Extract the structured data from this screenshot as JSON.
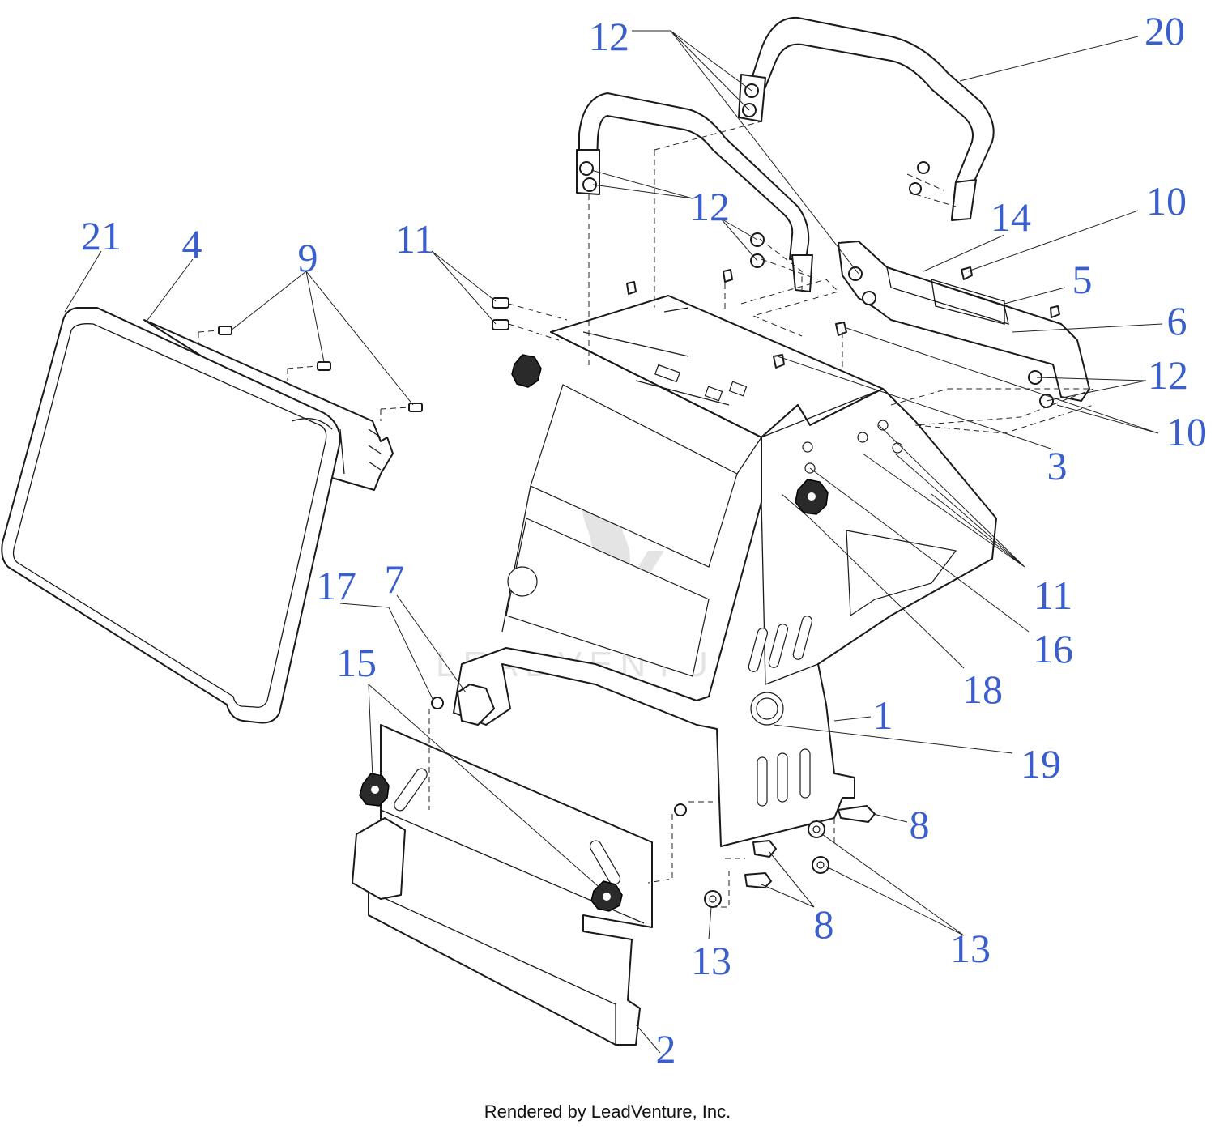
{
  "colors": {
    "callout": "#3a5fcd",
    "line": "#1a1a1a",
    "watermark": "#e4e4e4"
  },
  "watermark": {
    "logo_icon": "leadventure-flame-logo",
    "text": "LEADVENTURE"
  },
  "callouts": [
    {
      "id": "c-12a",
      "label": "12"
    },
    {
      "id": "c-20",
      "label": "20"
    },
    {
      "id": "c-12b",
      "label": "12"
    },
    {
      "id": "c-14",
      "label": "14"
    },
    {
      "id": "c-10a",
      "label": "10"
    },
    {
      "id": "c-5",
      "label": "5"
    },
    {
      "id": "c-6",
      "label": "6"
    },
    {
      "id": "c-12c",
      "label": "12"
    },
    {
      "id": "c-10b",
      "label": "10"
    },
    {
      "id": "c-3",
      "label": "3"
    },
    {
      "id": "c-21",
      "label": "21"
    },
    {
      "id": "c-4",
      "label": "4"
    },
    {
      "id": "c-9",
      "label": "9"
    },
    {
      "id": "c-11a",
      "label": "11"
    },
    {
      "id": "c-11b",
      "label": "11"
    },
    {
      "id": "c-16",
      "label": "16"
    },
    {
      "id": "c-18",
      "label": "18"
    },
    {
      "id": "c-17",
      "label": "17"
    },
    {
      "id": "c-7",
      "label": "7"
    },
    {
      "id": "c-15",
      "label": "15"
    },
    {
      "id": "c-1",
      "label": "1"
    },
    {
      "id": "c-19",
      "label": "19"
    },
    {
      "id": "c-8a",
      "label": "8"
    },
    {
      "id": "c-8b",
      "label": "8"
    },
    {
      "id": "c-13a",
      "label": "13"
    },
    {
      "id": "c-13b",
      "label": "13"
    },
    {
      "id": "c-2",
      "label": "2"
    }
  ],
  "footer": {
    "text": "Rendered by LeadVenture, Inc."
  }
}
